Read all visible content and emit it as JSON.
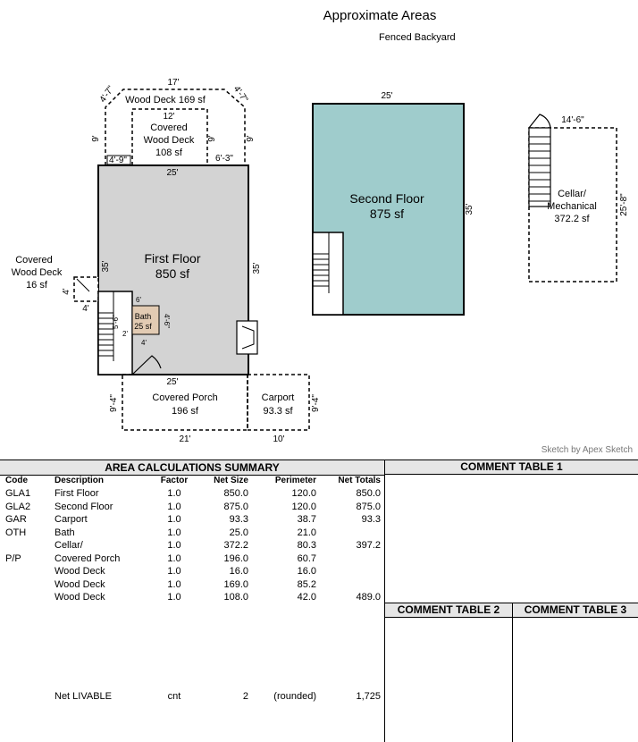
{
  "header": {
    "title": "Approximate Areas",
    "subtitle": "Fenced Backyard",
    "credit": "Sketch by Apex Sketch"
  },
  "sketch": {
    "first_floor": {
      "name": "First Floor",
      "area": "850 sf"
    },
    "second_floor": {
      "name": "Second Floor",
      "area": "875 sf"
    },
    "cellar": {
      "name_line1": "Cellar/",
      "name_line2": "Mechanical",
      "area": "372.2 sf"
    },
    "wood_deck_top": {
      "name": "Wood Deck",
      "area": "169 sf"
    },
    "covered_deck_top": {
      "line1": "Covered",
      "line2": "Wood Deck",
      "area": "108 sf"
    },
    "covered_deck_left": {
      "line1": "Covered",
      "line2": "Wood Deck",
      "area": "16 sf"
    },
    "bath": {
      "name": "Bath",
      "area": "25 sf"
    },
    "covered_porch": {
      "name": "Covered Porch",
      "area": "196 sf"
    },
    "carport": {
      "name": "Carport",
      "area": "93.3 sf"
    },
    "dims": {
      "d17": "17'",
      "d4_7_l": "4'-7\"",
      "d4_7_r": "4'-7\"",
      "d12": "12'",
      "d9_a": "9'",
      "d9_b": "9'",
      "d9_c": "9'",
      "d4_9": "4'-9\"",
      "d6_3": "6'-3\"",
      "d25_top": "25'",
      "d35_l": "35'",
      "d35_r": "35'",
      "d25_bot": "25'",
      "d4_a": "4'",
      "d4_b": "4'",
      "d9_4_l": "9'-4\"",
      "d9_4_r": "9'-4\"",
      "d21": "21'",
      "d10": "10'",
      "d25_sf": "25'",
      "d35_sf": "35'",
      "d14_6": "14'-6\"",
      "d25_8": "25'-8\"",
      "d6": "6'",
      "d4_6": "4'-6\"",
      "d5_6": "5'-6\"",
      "d2": "2'",
      "d4_c": "4'"
    }
  },
  "summary": {
    "title": "AREA CALCULATIONS SUMMARY",
    "headers": {
      "code": "Code",
      "desc": "Description",
      "factor": "Factor",
      "net": "Net Size",
      "perim": "Perimeter",
      "total": "Net Totals"
    },
    "rows": [
      {
        "code": "GLA1",
        "desc": "First Floor",
        "factor": "1.0",
        "net": "850.0",
        "perim": "120.0",
        "total": "850.0"
      },
      {
        "code": "GLA2",
        "desc": "Second Floor",
        "factor": "1.0",
        "net": "875.0",
        "perim": "120.0",
        "total": "875.0"
      },
      {
        "code": "GAR",
        "desc": "Carport",
        "factor": "1.0",
        "net": "93.3",
        "perim": "38.7",
        "total": "93.3"
      },
      {
        "code": "OTH",
        "desc": "Bath",
        "factor": "1.0",
        "net": "25.0",
        "perim": "21.0",
        "total": ""
      },
      {
        "code": "",
        "desc": "Cellar/",
        "factor": "1.0",
        "net": "372.2",
        "perim": "80.3",
        "total": "397.2"
      },
      {
        "code": "P/P",
        "desc": "Covered Porch",
        "factor": "1.0",
        "net": "196.0",
        "perim": "60.7",
        "total": ""
      },
      {
        "code": "",
        "desc": "Wood Deck",
        "factor": "1.0",
        "net": "16.0",
        "perim": "16.0",
        "total": ""
      },
      {
        "code": "",
        "desc": "Wood Deck",
        "factor": "1.0",
        "net": "169.0",
        "perim": "85.2",
        "total": ""
      },
      {
        "code": "",
        "desc": "Wood Deck",
        "factor": "1.0",
        "net": "108.0",
        "perim": "42.0",
        "total": "489.0"
      }
    ],
    "footer": {
      "desc": "Net LIVABLE",
      "factor": "cnt",
      "net": "2",
      "perim": "(rounded)",
      "total": "1,725"
    }
  },
  "comments": {
    "t1": "COMMENT TABLE 1",
    "t2": "COMMENT TABLE 2",
    "t3": "COMMENT TABLE 3"
  },
  "colors": {
    "first_floor_fill": "#d3d3d3",
    "second_floor_fill": "#9fcccc",
    "bath_fill": "#e2cbb3",
    "table_header_fill": "#e6e6e6"
  }
}
